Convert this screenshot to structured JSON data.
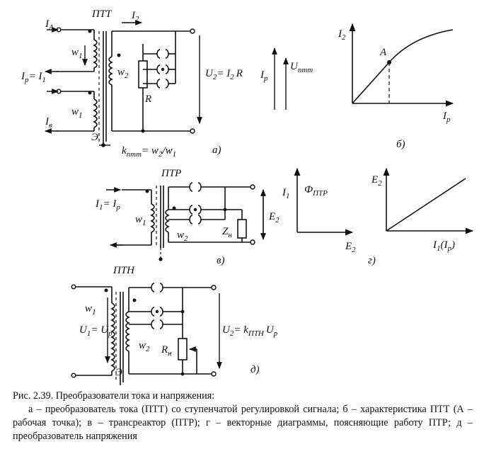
{
  "figure": {
    "panel_a": {
      "device": "ПТТ",
      "i_a": "I",
      "i_a_sub": "A",
      "i_2": "I",
      "i_2_sub": "2",
      "w1_top": "w",
      "w1_top_sub": "1",
      "w2": "w",
      "w2_sub": "2",
      "i_p": "I",
      "i_p_sub": "p",
      "i_p_eq": "= I",
      "i_p_eq_sub": "1",
      "w1_bot": "w",
      "w1_bot_sub": "1",
      "i_v": "I",
      "i_v_sub": "в",
      "r": "R",
      "u2": "U",
      "u2_sub": "2",
      "u2_eq": "= I",
      "u2_eq_sub": "2",
      "u2_r": "R",
      "screen": "Э",
      "ratio": "k",
      "ratio_sub": "птт",
      "ratio_eq": "= w",
      "ratio_eq_sub": "2",
      "ratio_div": "/w",
      "ratio_div_sub": "1",
      "tag": "а)"
    },
    "vectors_a": {
      "i_p": "I",
      "i_p_sub": "p",
      "u_ptt": "U",
      "u_ptt_sub": "птт"
    },
    "panel_b": {
      "y": "I",
      "y_sub": "2",
      "x": "I",
      "x_sub": "p",
      "point": "A",
      "tag": "б)"
    },
    "panel_v": {
      "device": "ПТР",
      "input": "I",
      "input_sub": "1",
      "input_eq": "= I",
      "input_eq_sub": "p",
      "w1": "w",
      "w1_sub": "1",
      "w2": "w",
      "w2_sub": "2",
      "z": "Z",
      "z_sub": "н",
      "e2": "E",
      "e2_sub": "2",
      "tag": "в)"
    },
    "panel_g": {
      "i1": "I",
      "i1_sub": "1",
      "phi": "Ф",
      "phi_sub": "ПТР",
      "e2": "E",
      "e2_sub": "2",
      "y": "E",
      "y_sub": "2",
      "x": "I",
      "x_sub": "1",
      "x_rest": "(I",
      "x_rest_sub": "p",
      "x_close": ")",
      "tag": "г)"
    },
    "panel_d": {
      "device": "ПТН",
      "w1": "w",
      "w1_sub": "1",
      "u1": "U",
      "u1_sub": "1",
      "u1_eq": "= U",
      "u1_eq_sub": "p",
      "w2": "w",
      "w2_sub": "2",
      "screen": "Э",
      "rn": "R",
      "rn_sub": "н",
      "u2": "U",
      "u2_sub": "2",
      "u2_eq": "= k",
      "u2_eq_sub": "ПТН",
      "u2_up": "U",
      "u2_up_sub": "p",
      "tag": "д)"
    }
  },
  "caption": {
    "title": "Рис. 2.39. Преобразователи тока и напряжения:",
    "body": "а – преобразователь тока (ПТТ) со ступенчатой регулировкой сигнала; б – характеристика ПТТ (А – рабочая точка); в – трансреактор (ПТР); г – векторные диаграммы, поясняющие работу ПТР; д – преобразователь напряжения"
  }
}
